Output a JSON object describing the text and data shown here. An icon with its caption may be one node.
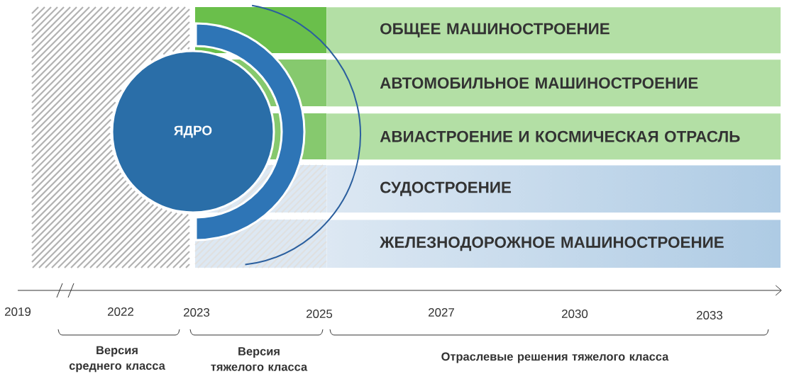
{
  "diagram": {
    "nodes": [
      {
        "text": [
          "ЯДРО"
        ]
      },
      {
        "text": [
          "ОБЩЕЕ МАШИНОСТРОЕНИЕ"
        ]
      },
      {
        "text": [
          "АВТОМОБИЛЬНОЕ МАШИНОСТРОЕНИЕ"
        ]
      },
      {
        "text": [
          "АВИАСТРОЕНИЕ И КОСМИЧЕСКАЯ ОТРАСЛЬ"
        ]
      },
      {
        "text": [
          "СУДОСТРОЕНИЕ"
        ]
      },
      {
        "text": [
          "ЖЕЛЕЗНОДОРОЖНОЕ МАШИНОСТРОЕНИЕ"
        ]
      }
    ],
    "labels": [
      "2019",
      "2022",
      "2023",
      "2025",
      "2027",
      "2030",
      "2033",
      "Версия среднего класса",
      "Версия тяжелого класса",
      "Отраслевые решения тяжелого класса"
    ]
  }
}
